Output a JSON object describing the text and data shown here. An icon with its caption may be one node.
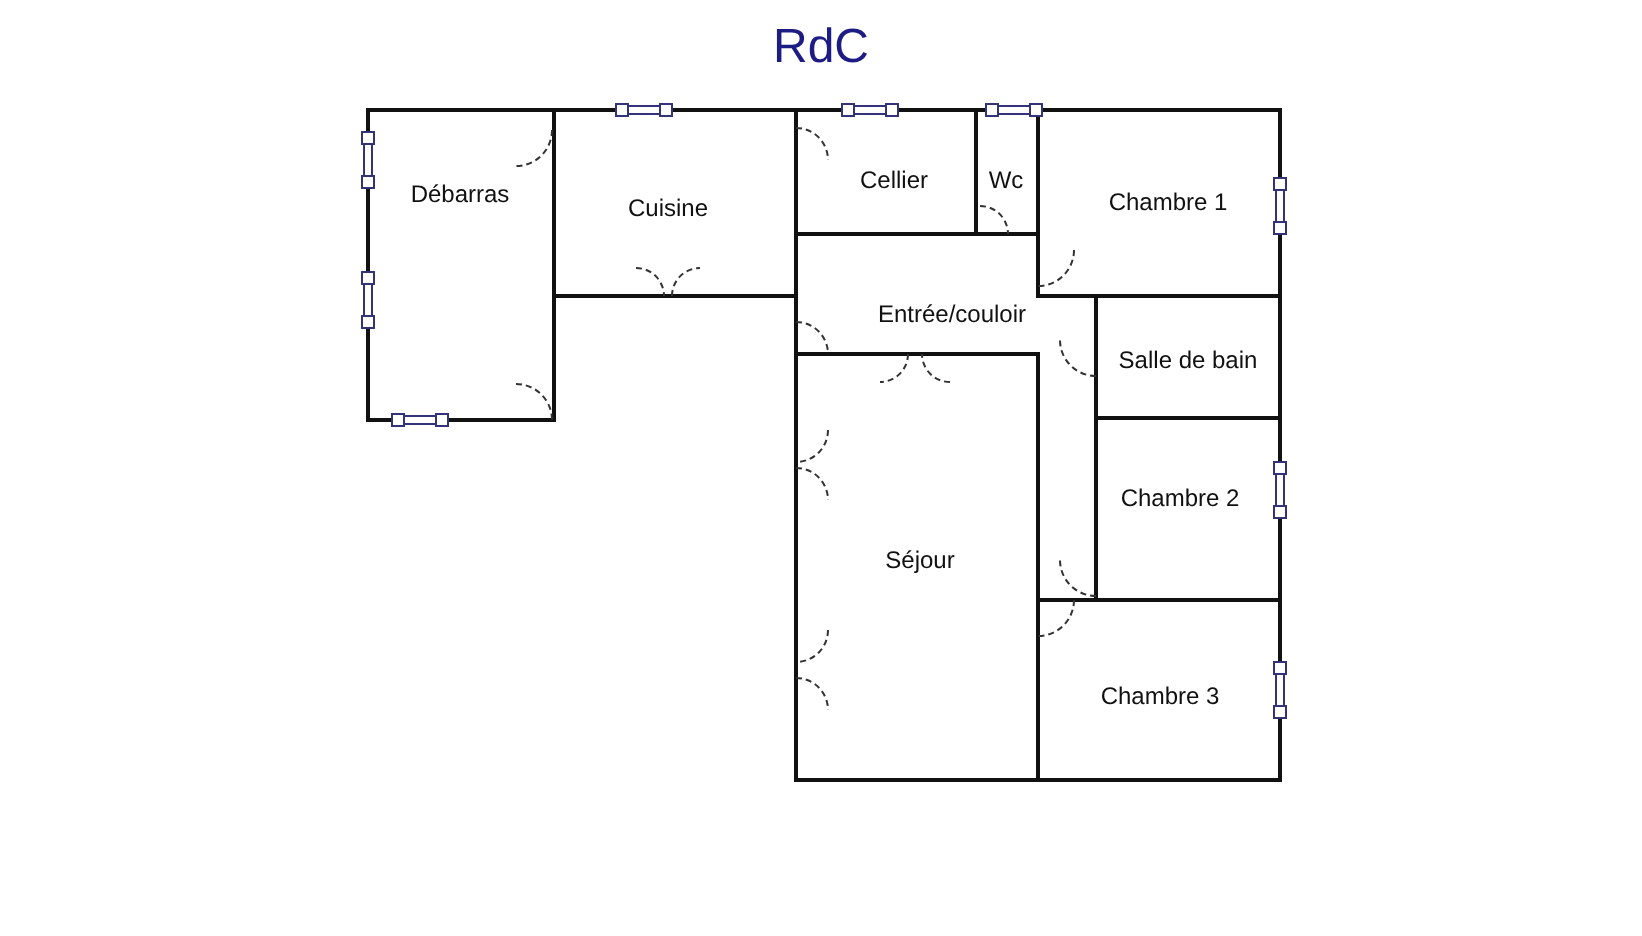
{
  "diagram": {
    "title": "RdC",
    "nodes": [
      {
        "text": [
          "Débarras"
        ]
      },
      {
        "text": [
          "Cuisine"
        ]
      },
      {
        "text": [
          "Cellier"
        ]
      },
      {
        "text": [
          "Wc"
        ]
      },
      {
        "text": [
          "Chambre 1"
        ]
      },
      {
        "text": [
          "Entrée/couloir"
        ]
      },
      {
        "text": [
          "Salle de bain"
        ]
      },
      {
        "text": [
          "Chambre 2"
        ]
      },
      {
        "text": [
          "Séjour"
        ]
      },
      {
        "text": [
          "Chambre 3"
        ]
      }
    ]
  }
}
